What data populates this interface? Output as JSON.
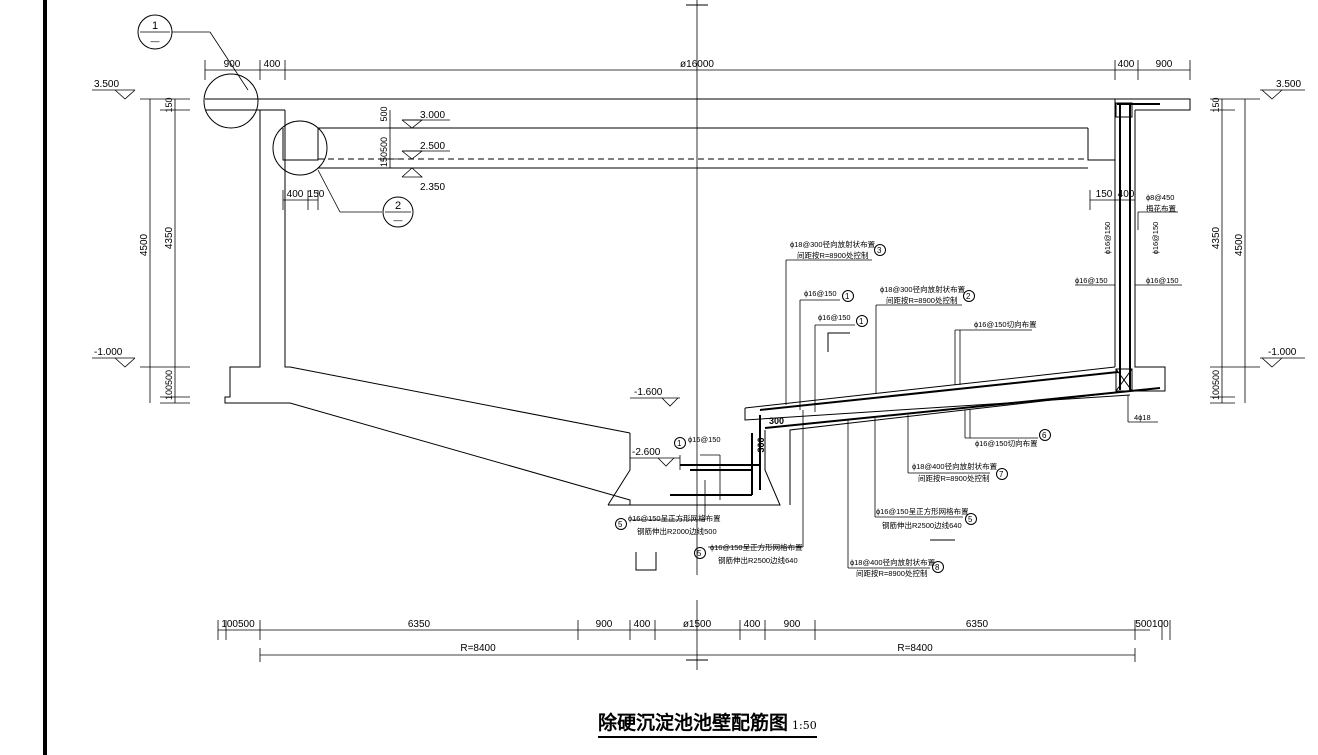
{
  "title": "除硬沉淀池池壁配筋图",
  "scale": "1:50",
  "elevations": {
    "left_top": "3.500",
    "right_top": "3.500",
    "level_3000": "3.000",
    "level_2500": "2.500",
    "level_2350": "2.350",
    "left_ground": "-1.000",
    "right_ground": "-1.000",
    "sump_top": "-1.600",
    "sump_bottom": "-2.600"
  },
  "dimensions": {
    "top_900_left": "900",
    "top_400_left": "400",
    "diameter": "ø16000",
    "top_400_right": "400",
    "top_900_right": "900",
    "v150_left": "150",
    "v4500_left": "4500",
    "v4350_left": "4350",
    "v100500_left": "100500",
    "v500": "500",
    "v150500": "150500",
    "v150_right": "150",
    "v4350_right": "4350",
    "v4500_right": "4500",
    "v100500_right": "100500",
    "gutter_400": "400",
    "gutter_150": "150",
    "gutter_r150": "150",
    "gutter_r400": "400",
    "slab_300": "300",
    "wall_300": "300",
    "bot_100500": "100500",
    "bot_6350_left": "6350",
    "bot_900_left": "900",
    "bot_400_left": "400",
    "bot_center": "ø1500",
    "bot_400_right": "400",
    "bot_900_right": "900",
    "bot_6350_right": "6350",
    "bot_500100": "500100",
    "radius_left": "R=8400",
    "radius_right": "R=8400"
  },
  "callouts": {
    "detail1": "1",
    "detail2": "2",
    "detail_dash": "—"
  },
  "rebar": {
    "r3_line1": "ɸ18@300径向放射状布置",
    "r3_line2": "间距按R=8900处控制",
    "r3_num": "3",
    "r1a": "ɸ16@150",
    "r1a_num": "1",
    "r1b": "ɸ16@150",
    "r1b_num": "1",
    "r2_line1": "ɸ18@300径向放射状布置",
    "r2_line2": "间距按R=8900处控制",
    "r2_num": "2",
    "r4_tangential": "ɸ16@150切向布置",
    "r8_450_line1": "ɸ8@450",
    "r8_450_line2": "梅花布置",
    "wall_v_left": "ɸ16@150",
    "wall_v_right": "ɸ16@150",
    "wall_h_left": "ɸ16@150",
    "wall_h_right": "ɸ16@150",
    "corner_bars": "4ɸ18",
    "r6_tangential": "ɸ16@150切向布置",
    "r6_num": "6",
    "r7_line1": "ɸ18@400径向放射状布置",
    "r7_line2": "间距按R=8900处控制",
    "r7_num": "7",
    "sump_rebar": "ɸ16@150",
    "sump_num": "1",
    "r5a_line1": "ɸ16@150呈正方形网格布置",
    "r5a_line2": "钢筋伸出R2000边线500",
    "r5a_num": "5",
    "r5b_line1": "ɸ16@150呈正方形网格布置",
    "r5b_line2": "钢筋伸出R2500边线640",
    "r5b_num": "5",
    "r5c_line1": "ɸ16@150呈正方形网格布置",
    "r5c_line2": "钢筋伸出R2500边线640",
    "r5c_num": "5",
    "r8_line1": "ɸ18@400径向放射状布置",
    "r8_line2": "间距按R=8900处控制",
    "r8_num": "8"
  }
}
